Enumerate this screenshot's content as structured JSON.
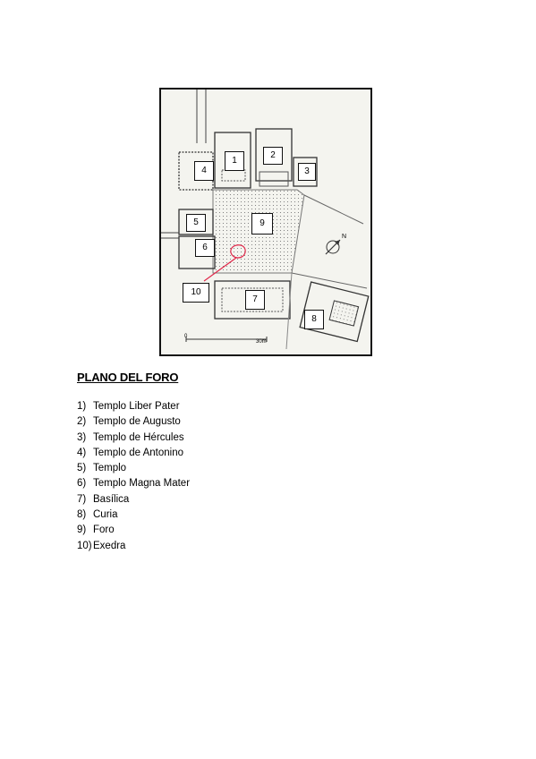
{
  "figure": {
    "labels": [
      "1",
      "2",
      "3",
      "4",
      "5",
      "6",
      "7",
      "8",
      "9",
      "10"
    ],
    "scale": {
      "start": "0",
      "end": "30m"
    },
    "north": "N",
    "annotation_color": "#e0284a"
  },
  "title": "PLANO DEL FORO",
  "legend": [
    {
      "num": "1)",
      "text": "Templo Liber Pater"
    },
    {
      "num": "2)",
      "text": "Templo de Augusto"
    },
    {
      "num": "3)",
      "text": "Templo de Hércules"
    },
    {
      "num": "4)",
      "text": "Templo de Antonino"
    },
    {
      "num": "5)",
      "text": "Templo"
    },
    {
      "num": "6)",
      "text": "Templo Magna Mater"
    },
    {
      "num": "7)",
      "text": "Basílica"
    },
    {
      "num": "8)",
      "text": "Curia"
    },
    {
      "num": "9)",
      "text": "Foro"
    },
    {
      "num": "10)",
      "text": "Exedra"
    }
  ]
}
